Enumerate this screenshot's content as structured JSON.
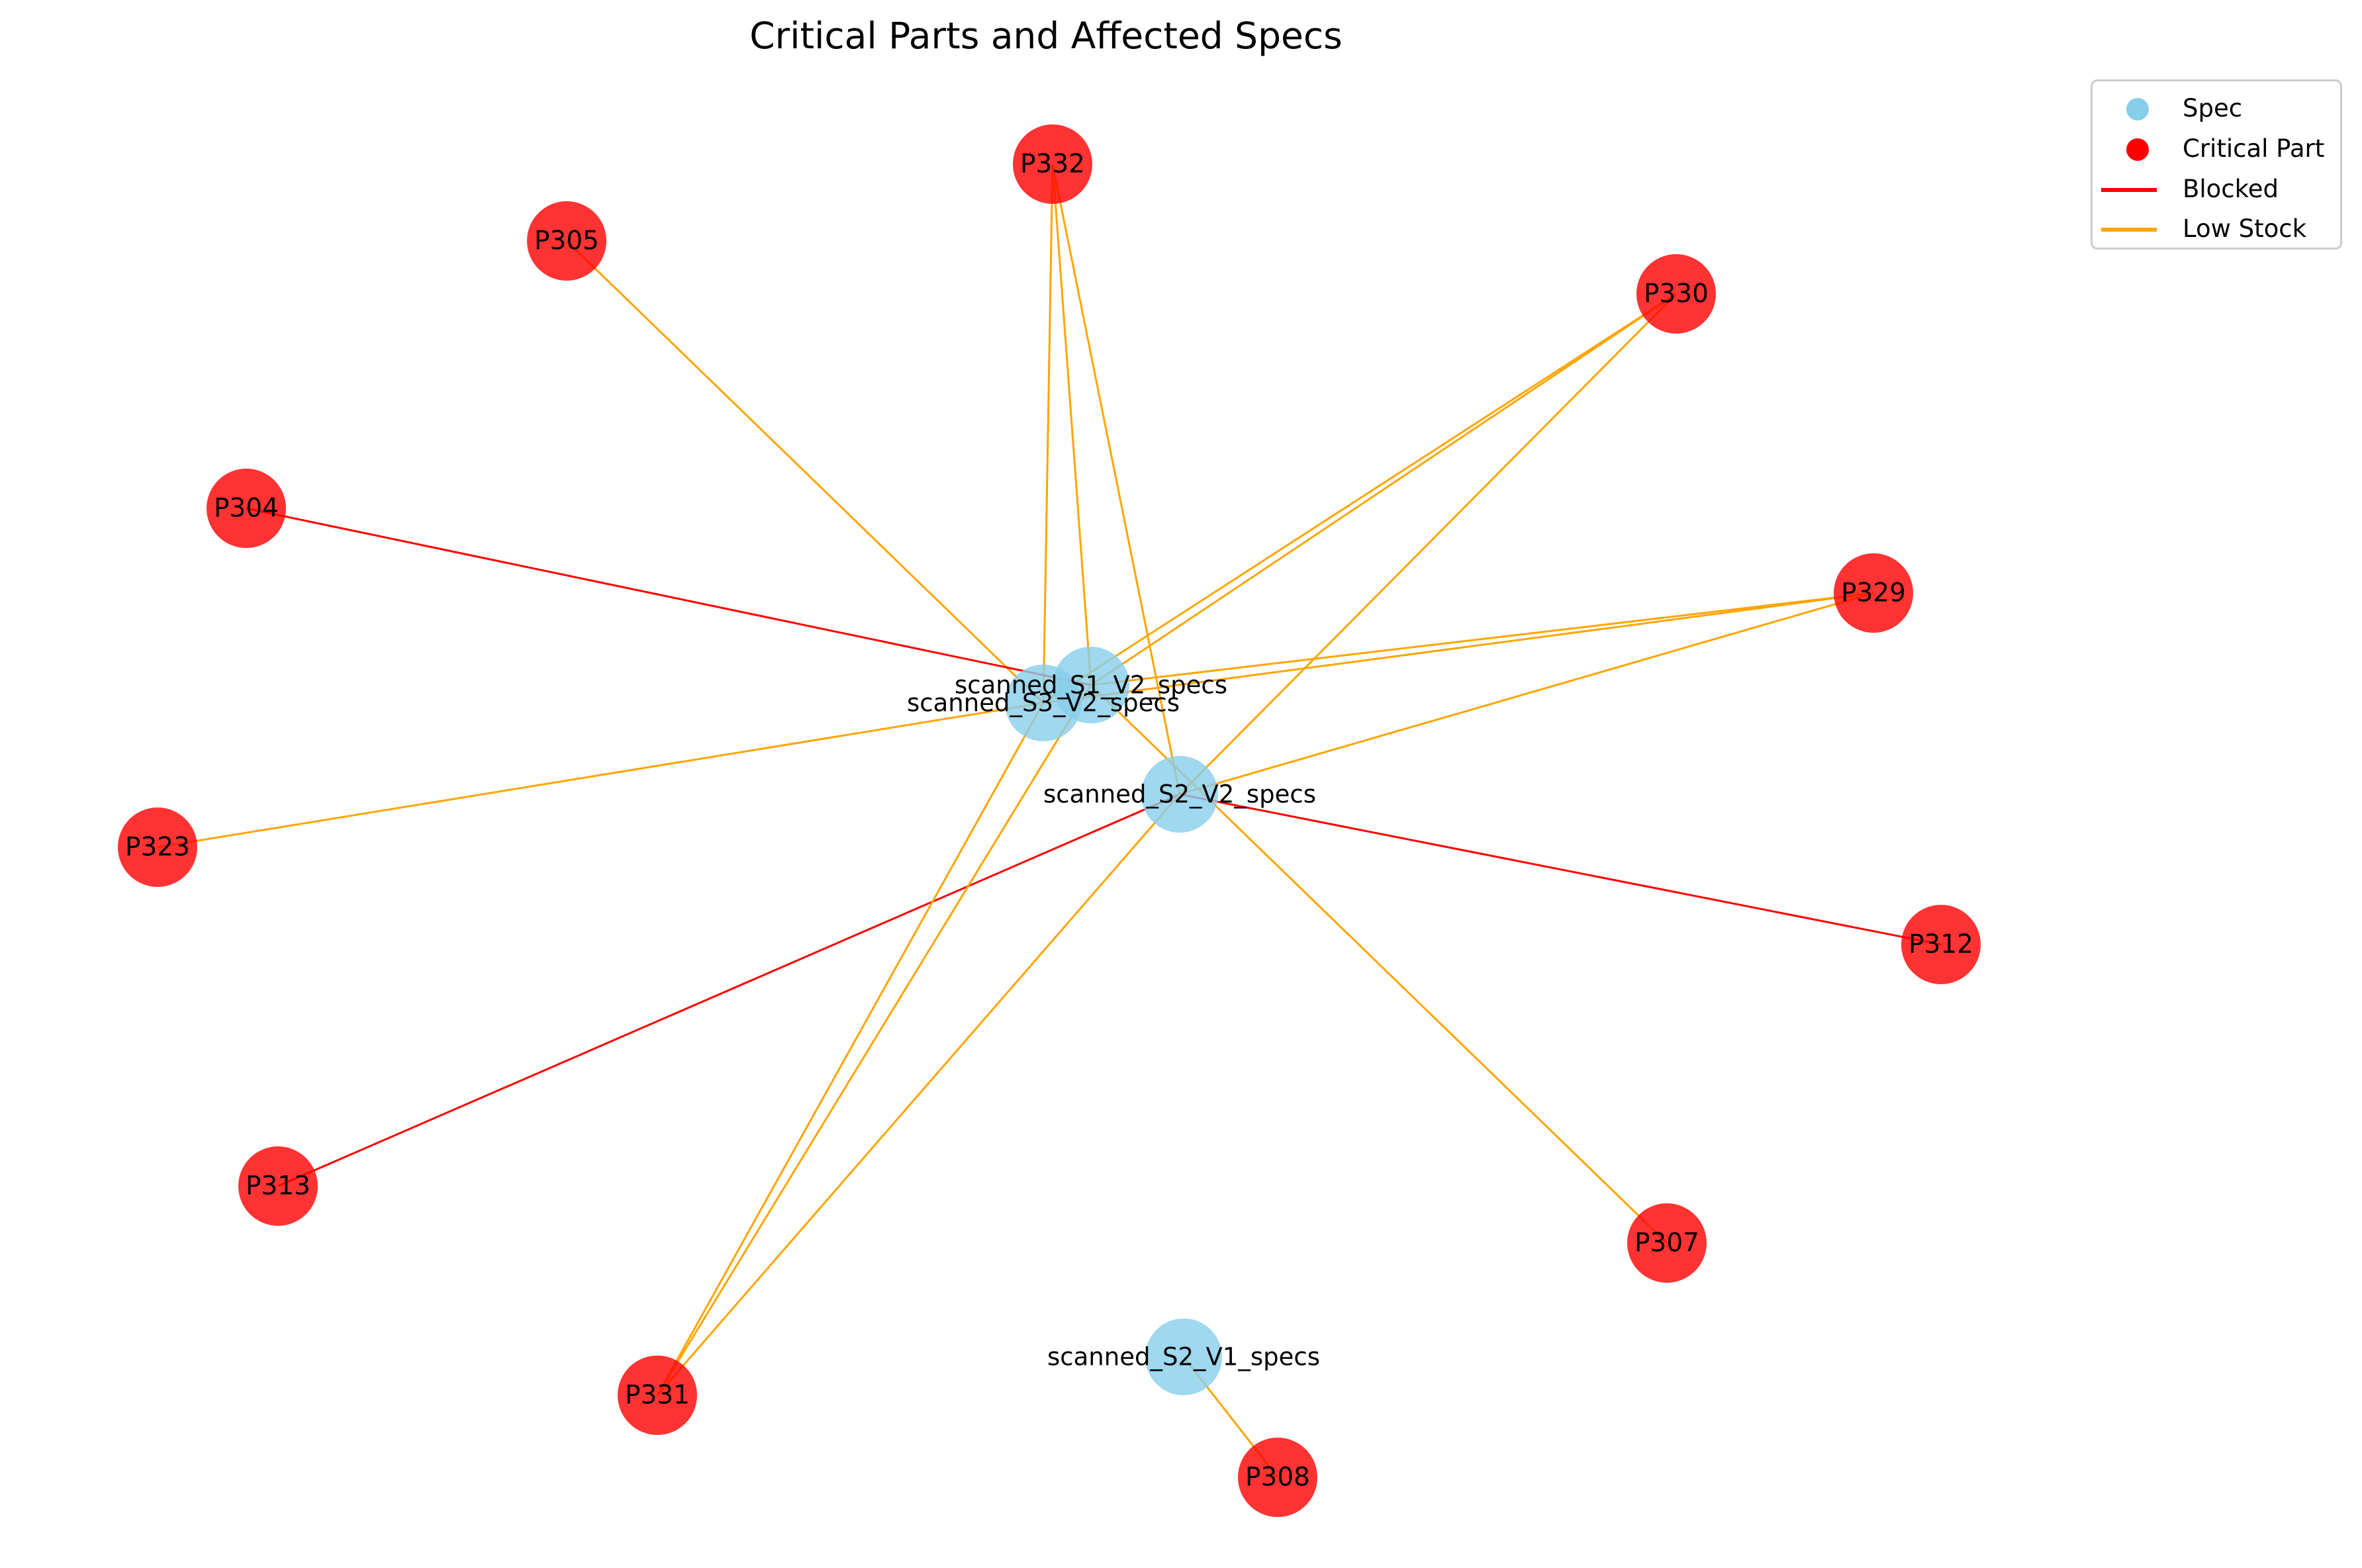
{
  "title": "Critical Parts and Affected Specs",
  "colors": {
    "spec": "#87ceeb",
    "critical_part": "#ff0000",
    "blocked": "#ff0000",
    "low_stock": "#ffa500"
  },
  "legend": [
    {
      "label": "Spec",
      "kind": "spec-dot"
    },
    {
      "label": "Critical Part",
      "kind": "part-dot"
    },
    {
      "label": "Blocked",
      "kind": "blocked-line"
    },
    {
      "label": "Low Stock",
      "kind": "low-stock-line"
    }
  ],
  "nodes": [
    {
      "id": "scanned_S1_V2_specs",
      "label": "scanned_S1_V2_specs",
      "type": "spec"
    },
    {
      "id": "scanned_S3_V2_specs",
      "label": "scanned_S3_V2_specs",
      "type": "spec"
    },
    {
      "id": "scanned_S2_V2_specs",
      "label": "scanned_S2_V2_specs",
      "type": "spec"
    },
    {
      "id": "scanned_S2_V1_specs",
      "label": "scanned_S2_V1_specs",
      "type": "spec"
    },
    {
      "id": "P332",
      "label": "P332",
      "type": "part"
    },
    {
      "id": "P305",
      "label": "P305",
      "type": "part"
    },
    {
      "id": "P330",
      "label": "P330",
      "type": "part"
    },
    {
      "id": "P304",
      "label": "P304",
      "type": "part"
    },
    {
      "id": "P329",
      "label": "P329",
      "type": "part"
    },
    {
      "id": "P323",
      "label": "P323",
      "type": "part"
    },
    {
      "id": "P312",
      "label": "P312",
      "type": "part"
    },
    {
      "id": "P313",
      "label": "P313",
      "type": "part"
    },
    {
      "id": "P307",
      "label": "P307",
      "type": "part"
    },
    {
      "id": "P331",
      "label": "P331",
      "type": "part"
    },
    {
      "id": "P308",
      "label": "P308",
      "type": "part"
    }
  ],
  "edges": [
    {
      "from": "scanned_S1_V2_specs",
      "to": "P332",
      "status": "low_stock"
    },
    {
      "from": "scanned_S3_V2_specs",
      "to": "P332",
      "status": "low_stock"
    },
    {
      "from": "scanned_S2_V2_specs",
      "to": "P332",
      "status": "low_stock"
    },
    {
      "from": "scanned_S3_V2_specs",
      "to": "P305",
      "status": "low_stock"
    },
    {
      "from": "scanned_S1_V2_specs",
      "to": "P330",
      "status": "low_stock"
    },
    {
      "from": "scanned_S3_V2_specs",
      "to": "P330",
      "status": "low_stock"
    },
    {
      "from": "scanned_S2_V2_specs",
      "to": "P330",
      "status": "low_stock"
    },
    {
      "from": "scanned_S1_V2_specs",
      "to": "P304",
      "status": "blocked"
    },
    {
      "from": "scanned_S1_V2_specs",
      "to": "P329",
      "status": "low_stock"
    },
    {
      "from": "scanned_S3_V2_specs",
      "to": "P329",
      "status": "low_stock"
    },
    {
      "from": "scanned_S2_V2_specs",
      "to": "P329",
      "status": "low_stock"
    },
    {
      "from": "scanned_S3_V2_specs",
      "to": "P323",
      "status": "low_stock"
    },
    {
      "from": "scanned_S2_V2_specs",
      "to": "P312",
      "status": "blocked"
    },
    {
      "from": "scanned_S2_V2_specs",
      "to": "P313",
      "status": "blocked"
    },
    {
      "from": "scanned_S1_V2_specs",
      "to": "P307",
      "status": "low_stock"
    },
    {
      "from": "scanned_S1_V2_specs",
      "to": "P331",
      "status": "low_stock"
    },
    {
      "from": "scanned_S3_V2_specs",
      "to": "P331",
      "status": "low_stock"
    },
    {
      "from": "scanned_S2_V2_specs",
      "to": "P331",
      "status": "low_stock"
    },
    {
      "from": "scanned_S2_V1_specs",
      "to": "P308",
      "status": "low_stock"
    }
  ]
}
